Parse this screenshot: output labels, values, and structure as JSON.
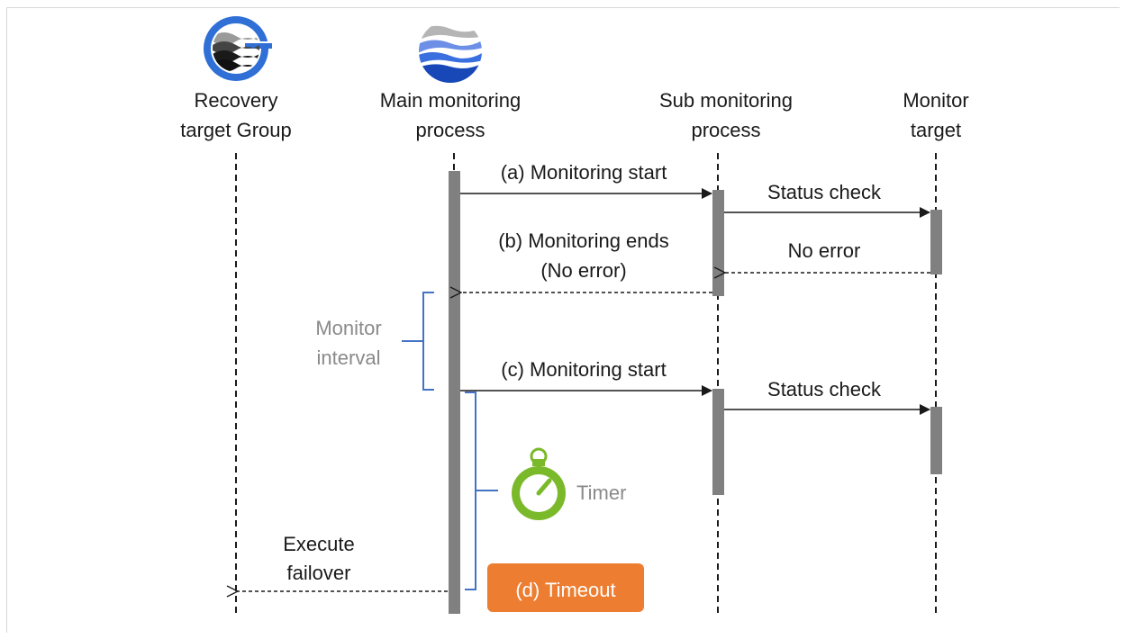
{
  "participants": {
    "recovery_group": {
      "line1": "Recovery",
      "line2": "target Group"
    },
    "main_process": {
      "line1": "Main monitoring",
      "line2": "process"
    },
    "sub_process": {
      "line1": "Sub monitoring",
      "line2": "process"
    },
    "monitor_target": {
      "line1": "Monitor",
      "line2": "target"
    }
  },
  "messages": {
    "a_start": "(a) Monitoring start",
    "status_check_1": "Status check",
    "no_error": "No error",
    "b_ends_line1": "(b) Monitoring ends",
    "b_ends_line2": "(No error)",
    "c_start": "(c) Monitoring start",
    "status_check_2": "Status check",
    "failover_line1": "Execute",
    "failover_line2": "failover"
  },
  "annotations": {
    "interval_line1": "Monitor",
    "interval_line2": "interval",
    "timer": "Timer",
    "timeout": "(d) Timeout"
  },
  "colors": {
    "lifeline": "#1a1a1a",
    "activation": "#808080",
    "bracket": "#4472c4",
    "timer_green": "#7ab929",
    "timeout_orange": "#ed7d31",
    "annotation_gray": "#8a8a8a"
  },
  "icons": [
    "group-logo-icon",
    "monitoring-logo-icon",
    "stopwatch-icon"
  ]
}
